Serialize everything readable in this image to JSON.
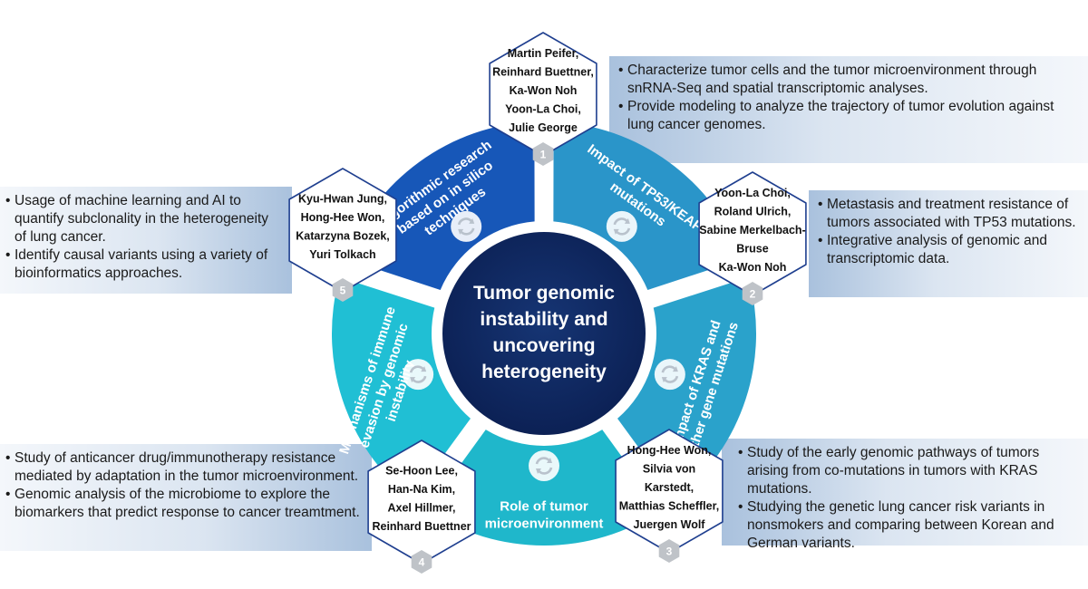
{
  "center": {
    "lines": [
      "Tumor genomic",
      "instability and",
      "uncovering",
      "heterogeneity"
    ]
  },
  "segments": [
    {
      "lines": [
        "Algorithmic research",
        "based on in silico",
        "techniques"
      ],
      "color": "#1757b8"
    },
    {
      "lines": [
        "Impact of TP53/KEAP1",
        "mutations"
      ],
      "color": "#2a95c9"
    },
    {
      "lines": [
        "Impact of KRAS and",
        "other gene mutations"
      ],
      "color": "#2aa2cb"
    },
    {
      "lines": [
        "Role of tumor",
        "microenvironment"
      ],
      "color": "#1fb7cb"
    },
    {
      "lines": [
        "Mechanisms of immune",
        "evasion by genomic",
        "instability"
      ],
      "color": "#20bfd4"
    }
  ],
  "teams": [
    {
      "number": "1",
      "members": [
        "Martin Peifer,",
        "Reinhard Buettner,",
        "Ka-Won Noh",
        "Yoon-La Choi,",
        "Julie George"
      ]
    },
    {
      "number": "2",
      "members": [
        "Yoon-La Choi,",
        "Roland Ulrich,",
        "Sabine Merkelbach-",
        "Bruse",
        "Ka-Won Noh"
      ]
    },
    {
      "number": "3",
      "members": [
        "Hong-Hee Won,",
        "Silvia von",
        "Karstedt,",
        "Matthias Scheffler,",
        "Juergen Wolf"
      ]
    },
    {
      "number": "4",
      "members": [
        "Se-Hoon Lee,",
        "Han-Na Kim,",
        "Axel Hillmer,",
        "Reinhard Buettner"
      ]
    },
    {
      "number": "5",
      "members": [
        "Kyu-Hwan Jung,",
        "Hong-Hee Won,",
        "Katarzyna Bozek,",
        "Yuri Tolkach"
      ]
    }
  ],
  "panels": {
    "p1": [
      "Characterize tumor cells and the tumor microenvironment through snRNA-Seq and spatial transcriptomic analyses.",
      "Provide modeling to analyze the trajectory of tumor evolution against lung cancer genomes."
    ],
    "p2": [
      "Metastasis and treatment resistance of tumors associated with TP53 mutations.",
      "Integrative analysis of genomic and transcriptomic data."
    ],
    "p3": [
      "Study of the early genomic pathways of tumors arising from co-mutations in tumors with KRAS mutations.",
      "Studying the genetic lung cancer risk variants in nonsmokers and comparing between Korean and German variants."
    ],
    "p4": [
      "Study of anticancer drug/immunotherapy resistance mediated by adaptation in the tumor microenvironment.",
      "Genomic analysis of the microbiome to explore the biomarkers that predict response to cancer treamtment."
    ],
    "p5": [
      "Usage of machine learning and AI to quantify subclonality in the heterogeneity of lung cancer.",
      "Identify causal variants using a variety of bioinformatics approaches."
    ]
  },
  "colors": {
    "center": "#0d2660",
    "hex_border": "#1f3f8f",
    "badge": "#bfc3c8"
  }
}
